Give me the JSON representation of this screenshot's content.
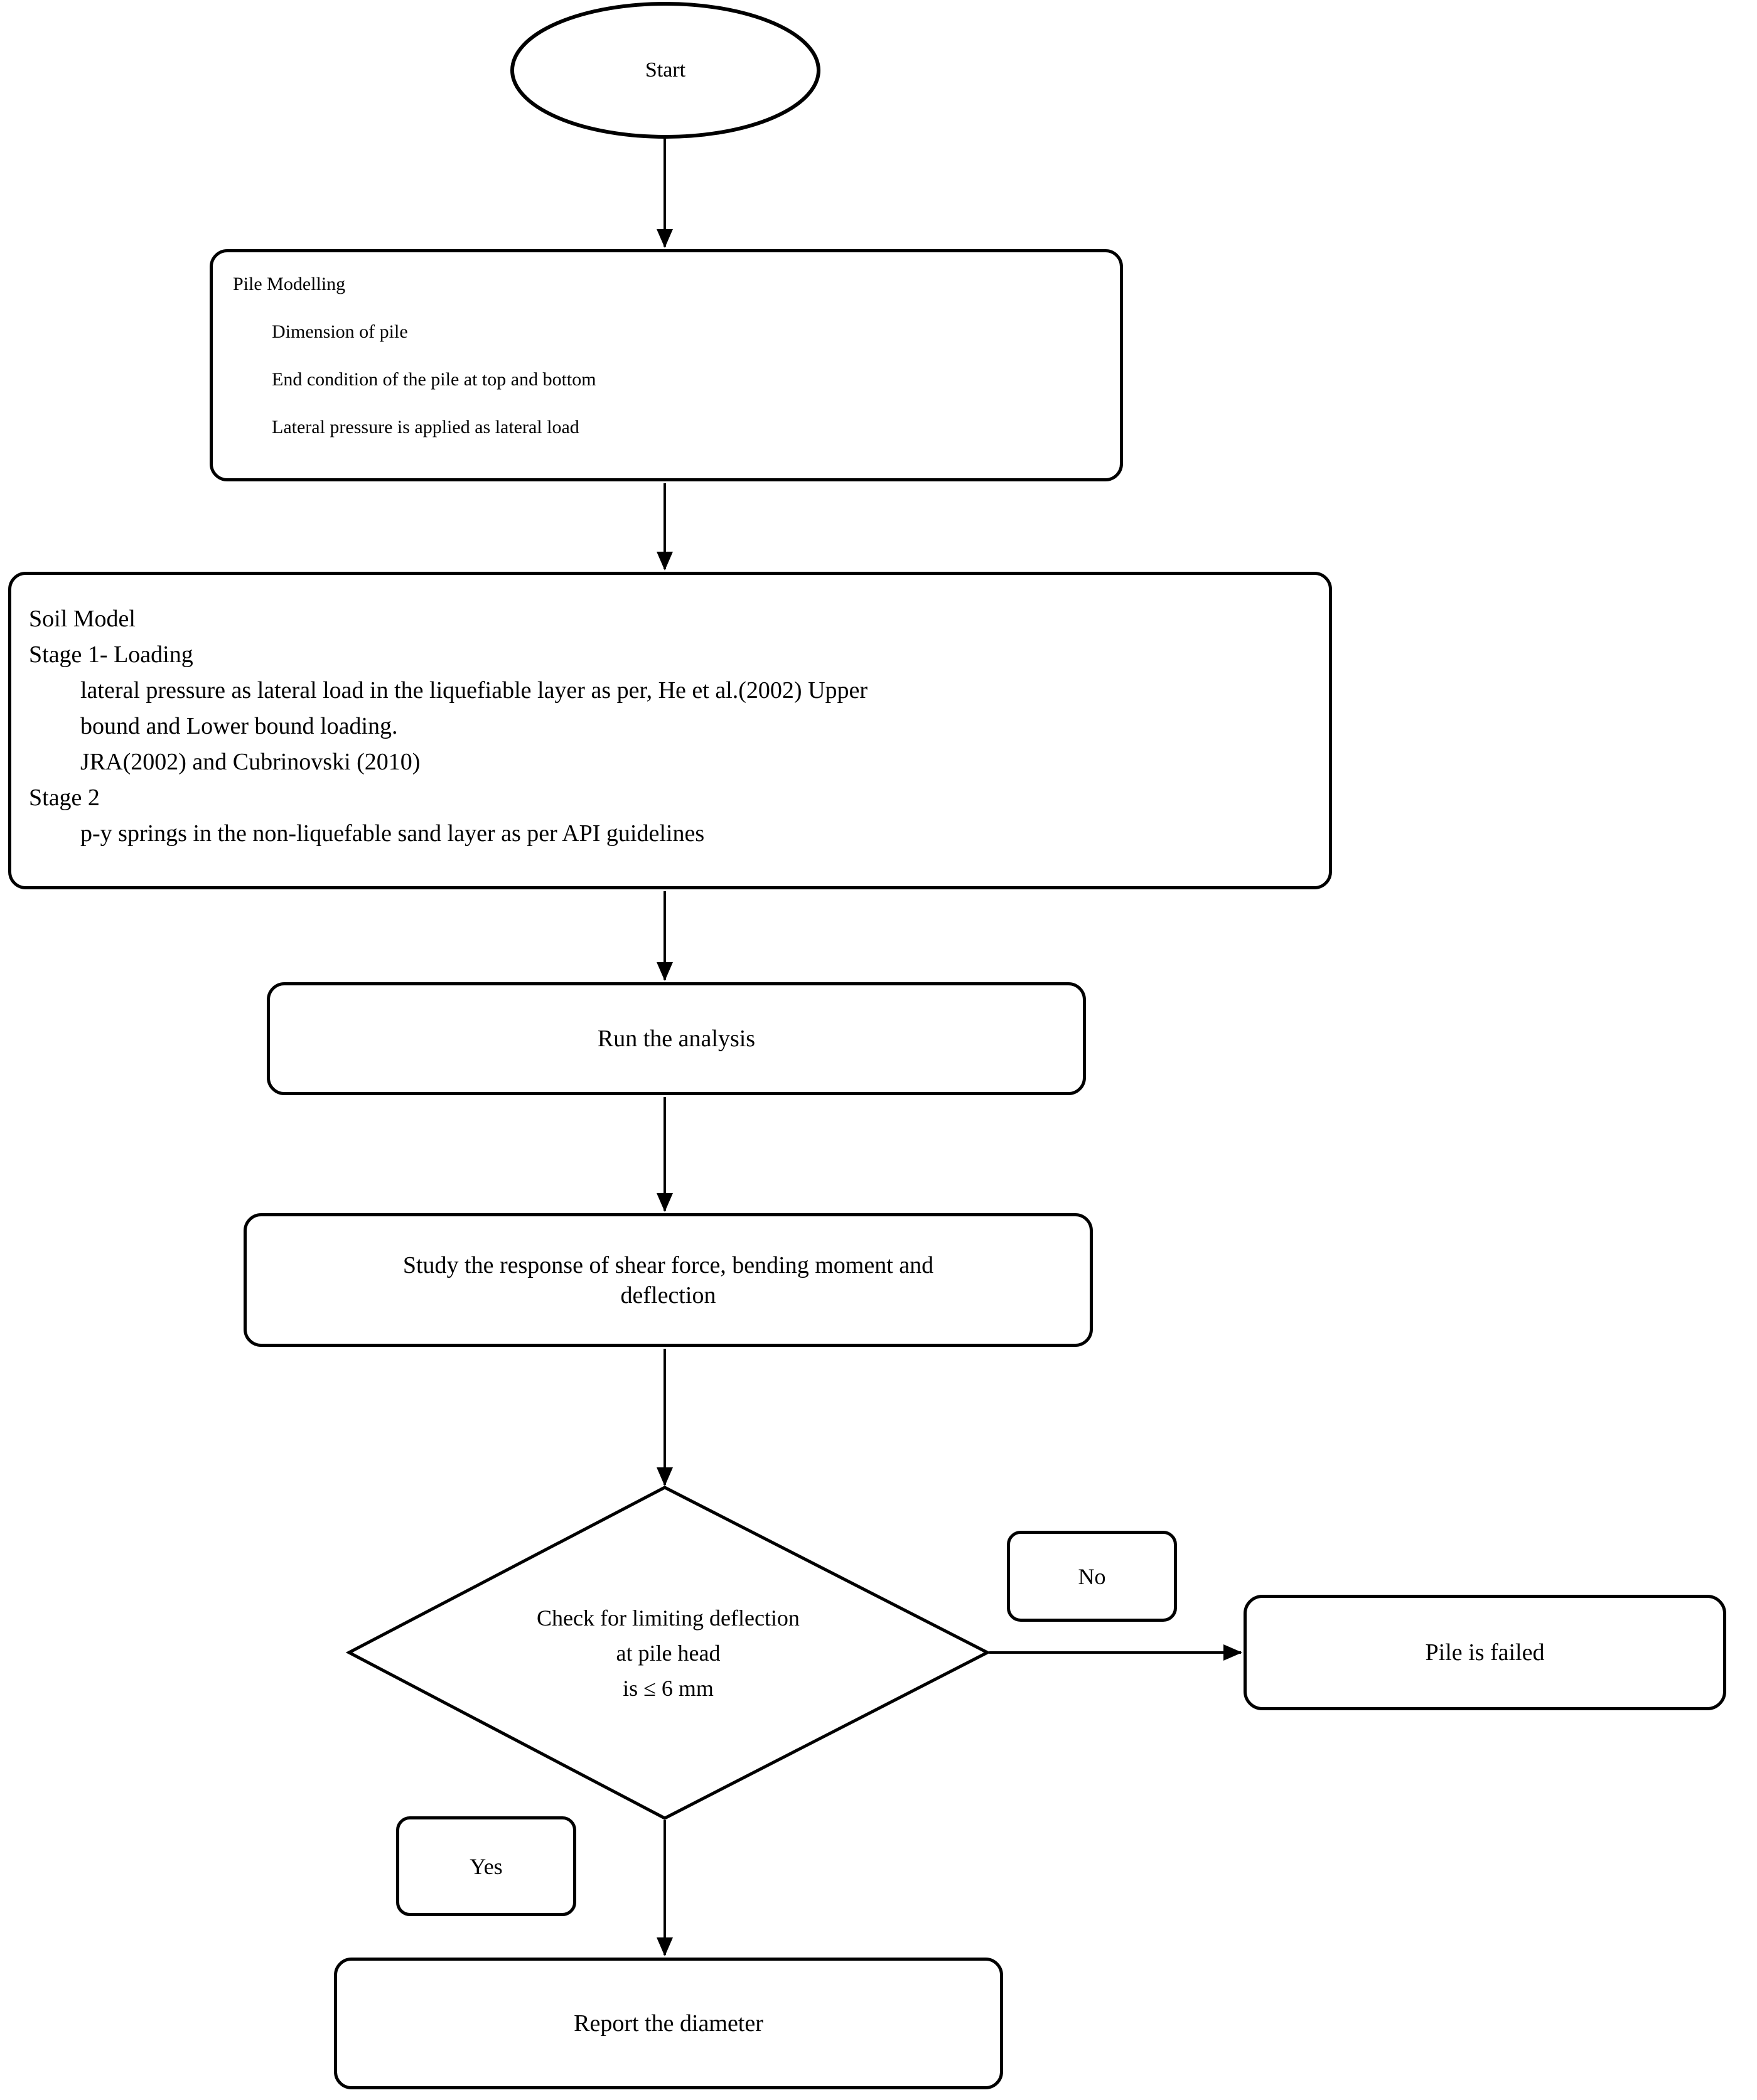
{
  "colors": {
    "ink": "#000000",
    "background": "#ffffff"
  },
  "flowchart": {
    "start": {
      "label": "Start"
    },
    "pile_modelling": {
      "title": "Pile Modelling",
      "items": [
        "Dimension of pile",
        "End condition of the pile at top and bottom",
        "Lateral pressure is applied as lateral load"
      ]
    },
    "soil_model": {
      "lines": [
        "Soil Model",
        "Stage 1- Loading",
        "lateral pressure as lateral load in the liquefiable layer as per, He et al.(2002) Upper",
        "bound and Lower bound loading.",
        "JRA(2002) and Cubrinovski (2010)",
        "Stage 2",
        "p-y springs in the non-liquefable sand layer as per API guidelines"
      ]
    },
    "run_analysis": {
      "label": "Run the analysis"
    },
    "study_response": {
      "lines": [
        "Study the response of shear force, bending moment and",
        "deflection"
      ]
    },
    "decision": {
      "lines": [
        "Check for limiting deflection",
        "at pile head",
        "is ≤ 6 mm"
      ]
    },
    "branches": {
      "no": "No",
      "yes": "Yes"
    },
    "pile_failed": {
      "label": "Pile is failed"
    },
    "report_diameter": {
      "label": "Report the diameter"
    }
  }
}
